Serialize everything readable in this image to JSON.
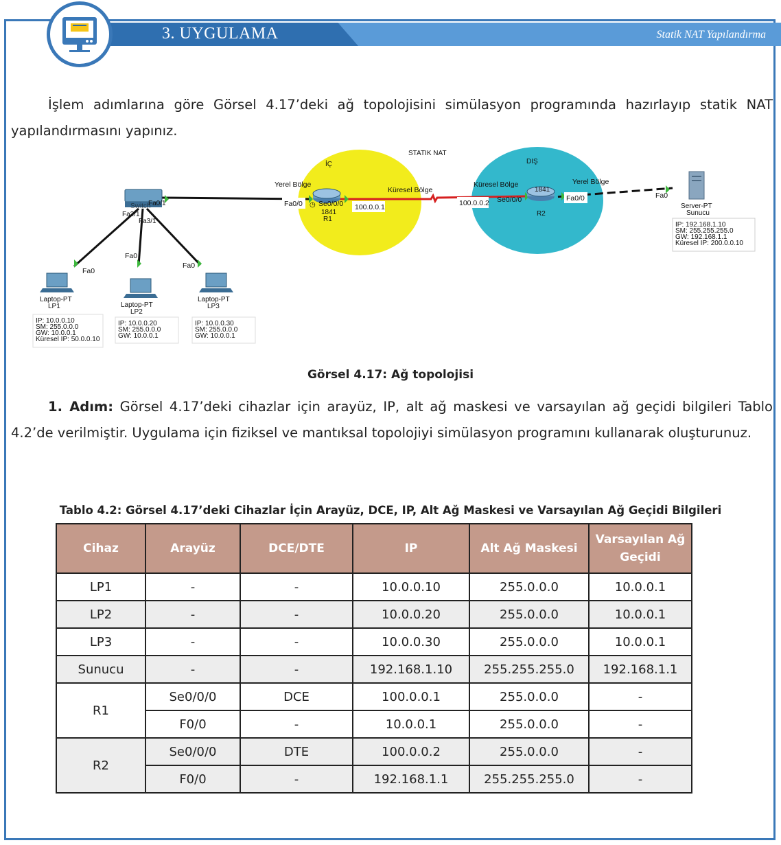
{
  "header": {
    "title": "3. UYGULAMA",
    "subtitle": "Statik NAT Yapılandırma",
    "logo_icon": "computer-screen-icon"
  },
  "intro_text": "İşlem adımlarına göre Görsel 4.17’deki ağ topolojisini simülasyon programında hazırlayıp statik NAT yapılandırmasını yapınız.",
  "topology": {
    "title": "STATIK NAT",
    "zones": {
      "inside": "İÇ",
      "outside": "DIŞ"
    },
    "switch": {
      "name_partial": "Switch",
      "ports": {
        "uplink": "Fa0/1",
        "lp1": "Fa2/1",
        "lp3": "Fa3/1"
      }
    },
    "r1": {
      "model": "1841",
      "name": "R1",
      "fa": "Fa0/0",
      "se": "Se0/0/0",
      "ip": "100.0.0.1",
      "local_label": "Yerel Bölge",
      "global_label": "Küresel Bölge"
    },
    "r2": {
      "model": "1841",
      "name": "R2",
      "fa": "Fa0/0",
      "se": "Se0/0/0",
      "ip": "100.0.0.2",
      "local_label": "Yerel Bölge",
      "global_label": "Küresel Bölge"
    },
    "server": {
      "type": "Server-PT",
      "name": "Sunucu",
      "port": "Fa0",
      "info": [
        "IP: 192.168.1.10",
        "SM: 255.255.255.0",
        "GW: 192.168.1.1",
        "Küresel IP: 200.0.0.10"
      ]
    },
    "lp1": {
      "type": "Laptop-PT",
      "name": "LP1",
      "port": "Fa0",
      "info": [
        "IP: 10.0.0.10",
        "SM: 255.0.0.0",
        "GW: 10.0.0.1",
        "Küresel IP: 50.0.0.10"
      ]
    },
    "lp2": {
      "type": "Laptop-PT",
      "name": "LP2",
      "port": "Fa0",
      "info": [
        "IP: 10.0.0.20",
        "SM: 255.0.0.0",
        "GW: 10.0.0.1"
      ]
    },
    "lp3": {
      "type": "Laptop-PT",
      "name": "LP3",
      "port": "Fa0",
      "info": [
        "IP: 10.0.0.30",
        "SM: 255.0.0.0",
        "GW: 10.0.0.1"
      ]
    }
  },
  "figure_caption": "Görsel 4.17: Ağ topolojisi",
  "step1": {
    "label": "1. Adım:",
    "text": " Görsel 4.17’deki cihazlar için arayüz, IP, alt ağ maskesi ve varsayılan ağ geçidi bilgileri Tablo 4.2’de verilmiştir. Uygulama için fiziksel ve mantıksal topolojiyi simülasyon programını kullanarak oluşturunuz."
  },
  "table": {
    "title": "Tablo 4.2:  Görsel 4.17’deki Cihazlar İçin Arayüz, DCE, IP, Alt Ağ Maskesi ve Varsayılan Ağ Geçidi Bilgileri",
    "headers": [
      "Cihaz",
      "Arayüz",
      "DCE/DTE",
      "IP",
      "Alt Ağ Maskesi",
      "Varsayılan Ağ Geçidi"
    ],
    "rows": [
      [
        "LP1",
        "-",
        "-",
        "10.0.0.10",
        "255.0.0.0",
        "10.0.0.1"
      ],
      [
        "LP2",
        "-",
        "-",
        "10.0.0.20",
        "255.0.0.0",
        "10.0.0.1"
      ],
      [
        "LP3",
        "-",
        "-",
        "10.0.0.30",
        "255.0.0.0",
        "10.0.0.1"
      ],
      [
        "Sunucu",
        "-",
        "-",
        "192.168.1.10",
        "255.255.255.0",
        "192.168.1.1"
      ]
    ],
    "routers": [
      {
        "device": "R1",
        "rows": [
          [
            "Se0/0/0",
            "DCE",
            "100.0.0.1",
            "255.0.0.0",
            "-"
          ],
          [
            "F0/0",
            "-",
            "10.0.0.1",
            "255.0.0.0",
            "-"
          ]
        ]
      },
      {
        "device": "R2",
        "rows": [
          [
            "Se0/0/0",
            "DTE",
            "100.0.0.2",
            "255.0.0.0",
            "-"
          ],
          [
            "F0/0",
            "-",
            "192.168.1.1",
            "255.255.255.0",
            "-"
          ]
        ]
      }
    ]
  },
  "colors": {
    "frame": "#3a78b8",
    "header_bar": "#5a9bd8",
    "header_tab": "#2f6fb0",
    "table_header": "#c49a8b",
    "zone_inside": "#f2ec1c",
    "zone_outside": "#33b8cc",
    "serial_link": "#d62020"
  }
}
